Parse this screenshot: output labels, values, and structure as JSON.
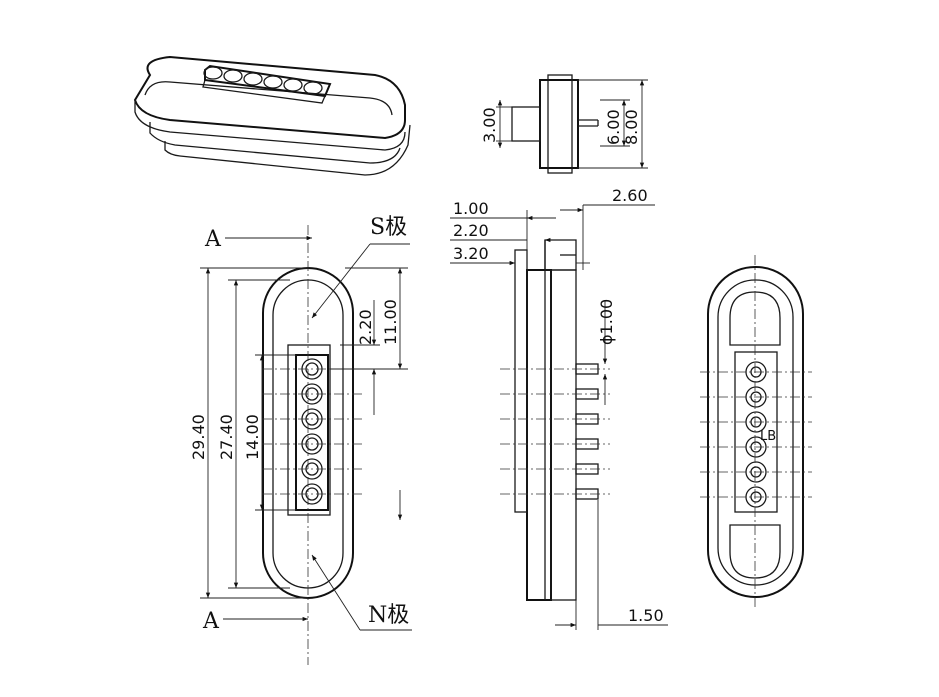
{
  "labels": {
    "section_a_top": "A",
    "section_a_bottom": "A",
    "s_pole": "S极",
    "n_pole": "N极",
    "pin_marker": "LB"
  },
  "dimensions": {
    "d_2_20_top": "2.20",
    "d_11_00": "11.00",
    "d_29_40": "29.40",
    "d_27_40": "27.40",
    "d_14_00": "14.00",
    "d_3_00": "3.00",
    "d_6_00": "6.00",
    "d_8_00": "8.00",
    "d_1_00": "1.00",
    "d_2_20_side": "2.20",
    "d_3_20": "3.20",
    "d_2_60": "2.60",
    "d_phi_1_00": "ϕ1.00",
    "d_1_50": "1.50"
  },
  "pin_count": 6
}
